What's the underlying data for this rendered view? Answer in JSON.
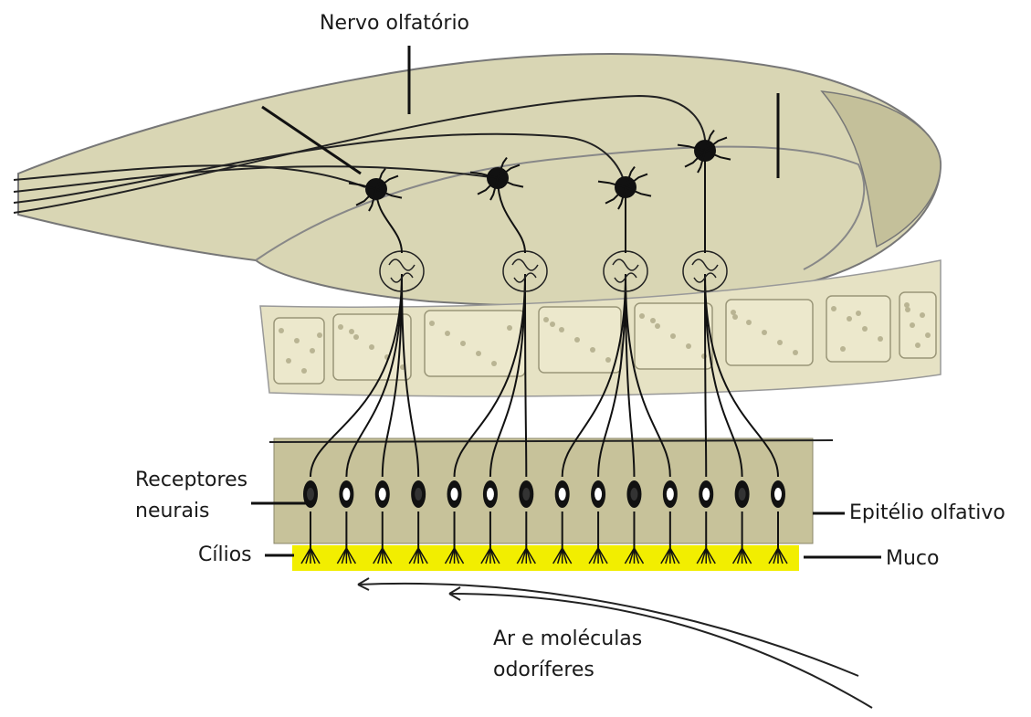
{
  "diagram": {
    "labels": {
      "olfactory_nerve": "Nervo olfatório",
      "neural_receptors_line1": "Receptores",
      "neural_receptors_line2": "neurais",
      "cilia": "Cílios",
      "olfactory_epithelium": "Epitélio olfativo",
      "mucus": "Muco",
      "air_line1": "Ar e moléculas",
      "air_line2": "odoríferes"
    },
    "colors": {
      "bulb_fill": "#d9d6b4",
      "bone_fill": "#e6e2c4",
      "epithelium_fill": "#c7c29a",
      "mucus_fill": "#f2ee00",
      "ink": "#111111"
    },
    "receptor_count": 14,
    "mitral_cell_count": 4
  }
}
